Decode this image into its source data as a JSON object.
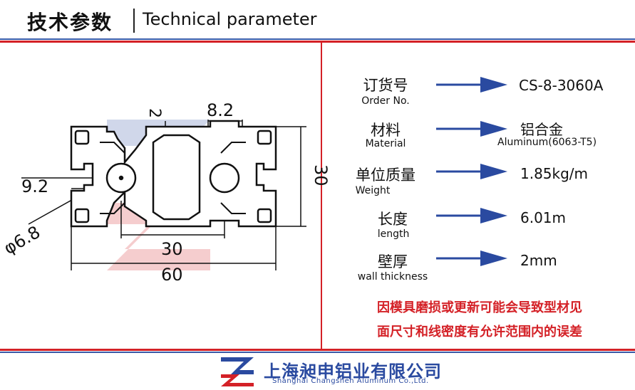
{
  "header": {
    "title_cn": "技术参数",
    "title_en": "Technical parameter"
  },
  "drawing": {
    "dim_top_2": "2",
    "dim_top_8_2": "8.2",
    "dim_left_9_2": "9.2",
    "dim_diameter": "φ6.8",
    "dim_30_bottom": "30",
    "dim_60_bottom": "60",
    "dim_30_right": "30"
  },
  "params": [
    {
      "label_cn": "订货号",
      "label_en": "Order No.",
      "value": "CS-8-3060A"
    },
    {
      "label_cn": "材料",
      "label_en": "Material",
      "value": "铝合金",
      "value_sub": "Aluminum(6063-T5)"
    },
    {
      "label_cn": "单位质量",
      "label_en": "Weight",
      "value": "1.85kg/m"
    },
    {
      "label_cn": "长度",
      "label_en": "length",
      "value": "6.01m"
    },
    {
      "label_cn": "壁厚",
      "label_en": "wall thickness",
      "value": "2mm"
    }
  ],
  "note": {
    "line1": "因模具磨损或更新可能会导致型材见",
    "line2": "面尺寸和线密度有允许范围内的误差"
  },
  "footer": {
    "company_cn": "上海昶申铝业有限公司",
    "company_en": "Shanghai  Changshen Aluminum  Co.,Ltd."
  },
  "colors": {
    "blue": "#2a4aa0",
    "red": "#d42127",
    "arrow": "#2a4aa0"
  }
}
